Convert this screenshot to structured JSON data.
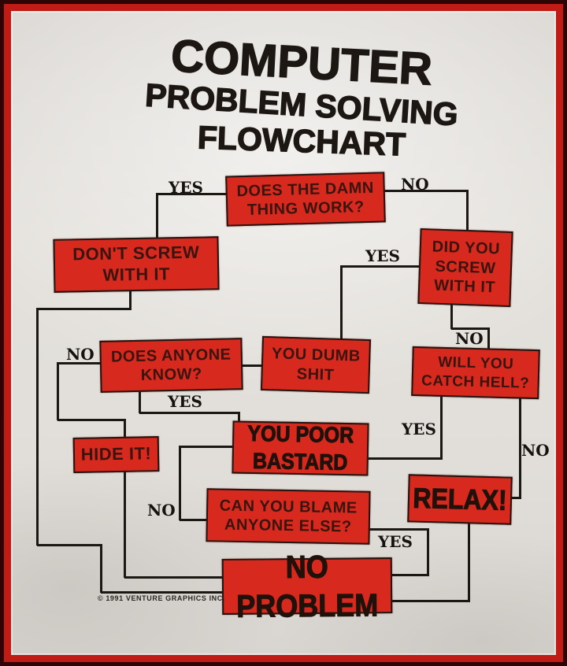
{
  "title": {
    "line1": "COMPUTER",
    "line2": "PROBLEM SOLVING",
    "line3": "FLOWCHART"
  },
  "nodes": {
    "does_it_work": "DOES THE DAMN\nTHING WORK?",
    "dont_screw": "DON'T SCREW\nWITH IT",
    "did_you_screw": "DID YOU\nSCREW\nWITH IT",
    "does_anyone_know": "DOES ANYONE\nKNOW?",
    "you_dumb_shit": "YOU DUMB\nSHIT",
    "will_you_catch_hell": "WILL YOU\nCATCH HELL?",
    "hide_it": "HIDE IT!",
    "you_poor_bastard": "YOU POOR\nBASTARD",
    "relax": "RELAX!",
    "can_you_blame": "CAN YOU BLAME\nANYONE ELSE?",
    "no_problem": "NO PROBLEM"
  },
  "edge_labels": {
    "work_yes": "YES",
    "work_no": "NO",
    "screw_yes": "YES",
    "screw_no": "NO",
    "know_no": "NO",
    "know_yes": "YES",
    "hell_yes": "YES",
    "hell_no": "NO",
    "blame_no": "NO",
    "blame_yes": "YES"
  },
  "footer": {
    "copyright": "© 1991 VENTURE GRAPHICS INC."
  },
  "colors": {
    "box_red": "#d8291f",
    "frame_outer": "#2e0404",
    "frame_inner": "#c01b15",
    "line_black": "#1b1712",
    "fabric": "#e0ddd8"
  }
}
